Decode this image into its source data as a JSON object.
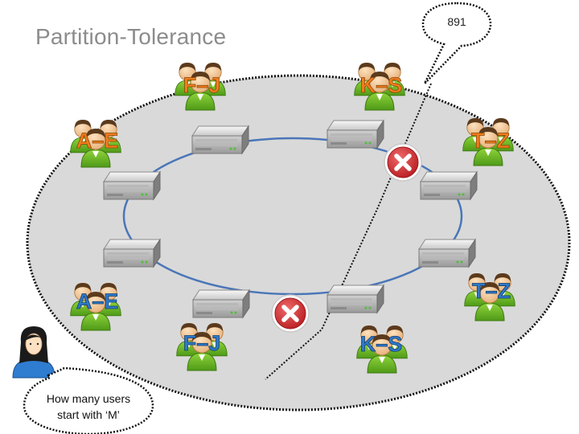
{
  "title": "Partition-Tolerance",
  "counter_bubble": "891",
  "question_bubble": {
    "line1": "How many users",
    "line2": "start with ‘M’"
  },
  "user_groups": [
    {
      "id": "top-left",
      "label": "F–J",
      "color": "#f27c1c"
    },
    {
      "id": "top-right",
      "label": "K–S",
      "color": "#f27c1c"
    },
    {
      "id": "upper-left",
      "label": "A–E",
      "color": "#f27c1c"
    },
    {
      "id": "upper-right",
      "label": "T–Z",
      "color": "#f27c1c"
    },
    {
      "id": "lower-left",
      "label": "A–E",
      "color": "#2f79c7"
    },
    {
      "id": "lower-right",
      "label": "T–Z",
      "color": "#2f79c7"
    },
    {
      "id": "bottom-left",
      "label": "F–J",
      "color": "#2f79c7"
    },
    {
      "id": "bottom-right",
      "label": "K–S",
      "color": "#2f79c7"
    }
  ],
  "icons": {
    "server": "server-icon",
    "user_group": "user-group-icon",
    "failure": "red-x-icon",
    "person": "woman-user-icon"
  },
  "colors": {
    "partition_fill": "#d9d9d9",
    "ring": "#4a76b8",
    "failure_red": "#d7262b"
  }
}
